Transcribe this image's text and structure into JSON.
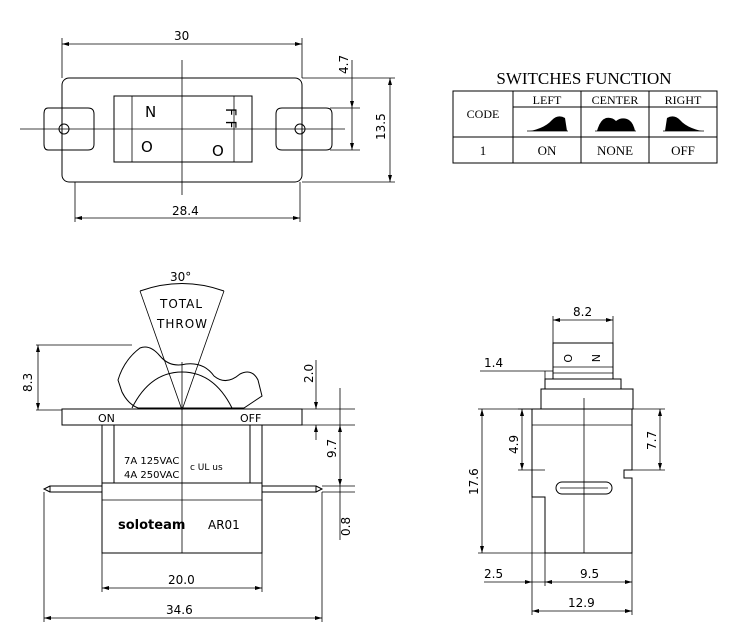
{
  "top_view": {
    "dim_width_top": "30",
    "dim_width_bottom": "28.4",
    "dim_height": "13.5",
    "dim_offset": "4.7",
    "legend_on_symbol": "N",
    "legend_on_symbol_2": "O",
    "legend_off_symbol": "O",
    "legend_off_symbol_2": "F F"
  },
  "function_table": {
    "title": "SWITCHES FUNCTION",
    "header_code": "CODE",
    "header_left": "LEFT",
    "header_center": "CENTER",
    "header_right": "RIGHT",
    "row_code": "1",
    "row_left": "ON",
    "row_center": "NONE",
    "row_right": "OFF"
  },
  "side_view": {
    "throw_angle": "30°",
    "throw_label_line1": "TOTAL",
    "throw_label_line2": "THROW",
    "dim_actuator_height": "8.3",
    "dim_flange": "2.0",
    "dim_body_upper": "9.7",
    "dim_terminal": "0.8",
    "label_on": "ON",
    "label_off": "OFF",
    "rating_line1": "7A 125VAC",
    "rating_line2": "4A 250VAC",
    "cert_mark": "c UL us",
    "brand": "soloteam",
    "model": "AR01",
    "dim_body_width": "20.0",
    "dim_overall_width": "34.6"
  },
  "end_view": {
    "dim_actuator_width": "8.2",
    "dim_step": "1.4",
    "dim_notch": "4.9",
    "dim_upper": "7.7",
    "dim_total_height": "17.6",
    "dim_left_offset": "2.5",
    "dim_mid": "9.5",
    "dim_base_width": "12.9",
    "actuator_mark_1": "O",
    "actuator_mark_2": "N"
  }
}
